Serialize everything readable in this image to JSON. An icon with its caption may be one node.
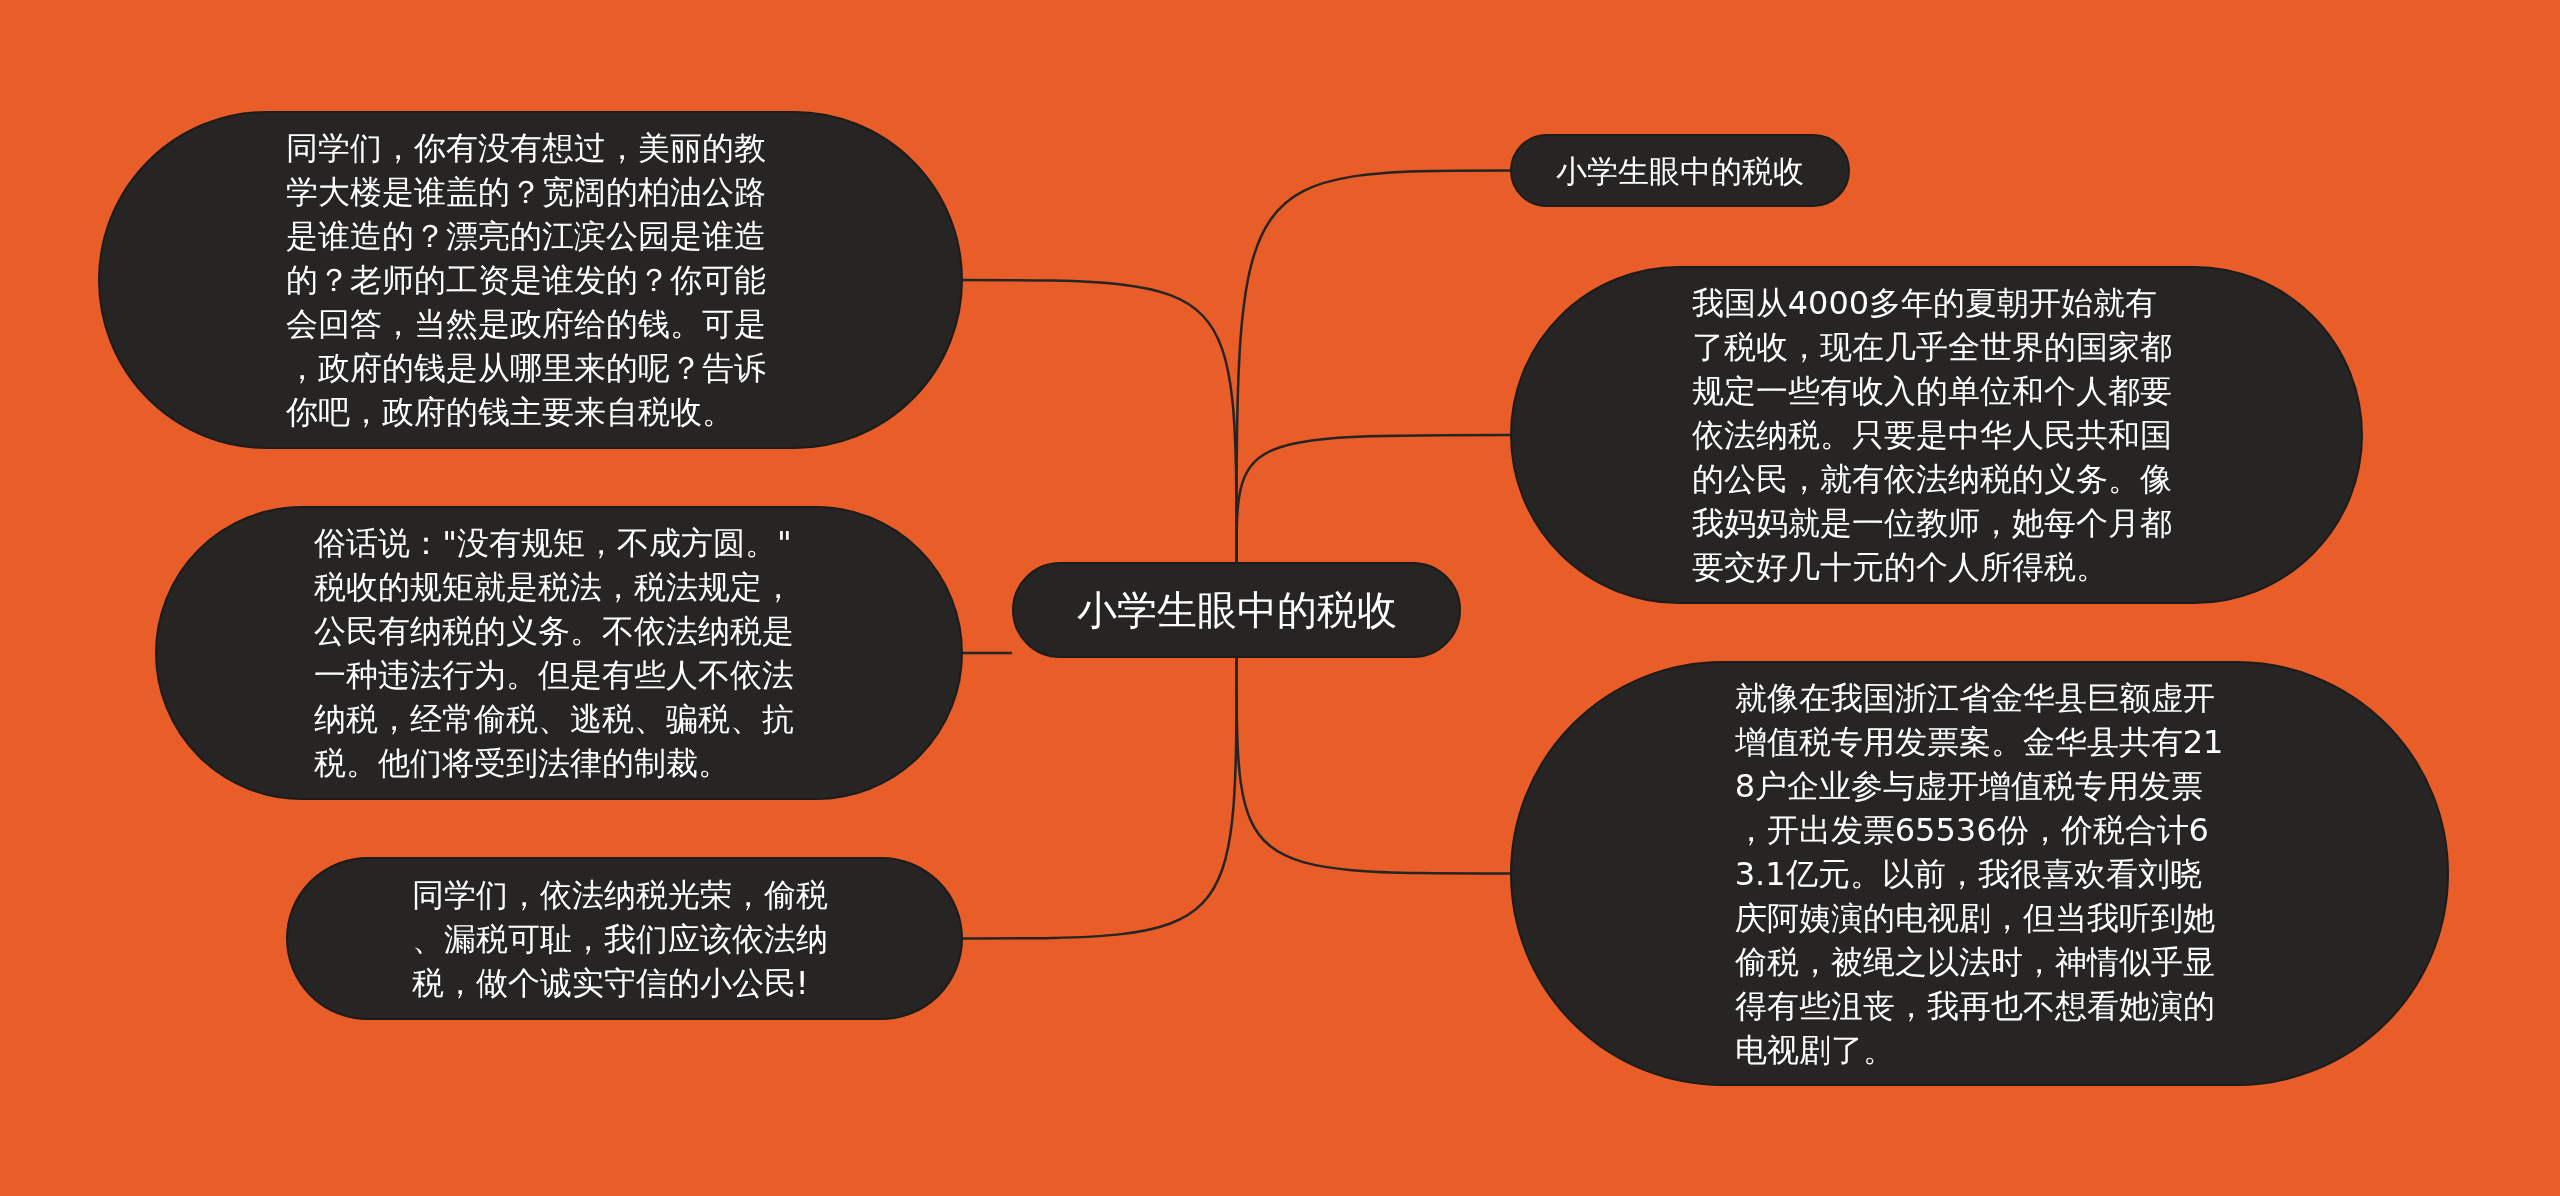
{
  "diagram": {
    "nodes": [
      {
        "text": [
          "小学生眼中的税收"
        ]
      },
      {
        "text": [
          "同学们，你有没有想过，美丽的教学大楼是谁盖的？宽阔的柏油公路是谁造的？漂亮的江滨公园是谁造的？老师的工资是谁发的？你可能会回答，当然是政府给的钱。可是，政府的钱是从哪里来的呢？告诉你吧，政府的钱主要来自税收。"
        ]
      },
      {
        "text": [
          "俗话说：\"没有规矩，不成方圆。\"税收的规矩就是税法，税法规定，公民有纳税的义务。不依法纳税是一种违法行为。但是有些人不依法纳税，经常偷税、逃税、骗税、抗税。他们将受到法律的制裁。"
        ]
      },
      {
        "text": [
          "同学们，依法纳税光荣，偷税、漏税可耻，我们应该依法纳税，做个诚实守信的小公民!"
        ]
      },
      {
        "text": [
          "小学生眼中的税收"
        ]
      },
      {
        "text": [
          "我国从4000多年的夏朝开始就有了税收，现在几乎全世界的国家都规定一些有收入的单位和个人都要依法纳税。只要是中华人民共和国的公民，就有依法纳税的义务。像我妈妈就是一位教师，她每个月都要交好几十元的个人所得税。"
        ]
      },
      {
        "text": [
          "就像在我国浙江省金华县巨额虚开增值税专用发票案。金华县共有218户企业参与虚开增值税专用发票，开出发票65536份，价税合计63.1亿元。以前，我很喜欢看刘晓庆阿姨演的电视剧，但当我听到她偷税，被绳之以法时，神情似乎显得有些沮丧，我再也不想看她演的电视剧了。"
        ]
      }
    ],
    "edges": [
      {
        "from": 0,
        "to": 1,
        "arrow": "none"
      },
      {
        "from": 0,
        "to": 2,
        "arrow": "none"
      },
      {
        "from": 0,
        "to": 3,
        "arrow": "none"
      },
      {
        "from": 0,
        "to": 4,
        "arrow": "none"
      },
      {
        "from": 0,
        "to": 5,
        "arrow": "none"
      },
      {
        "from": 0,
        "to": 6,
        "arrow": "none"
      }
    ]
  }
}
